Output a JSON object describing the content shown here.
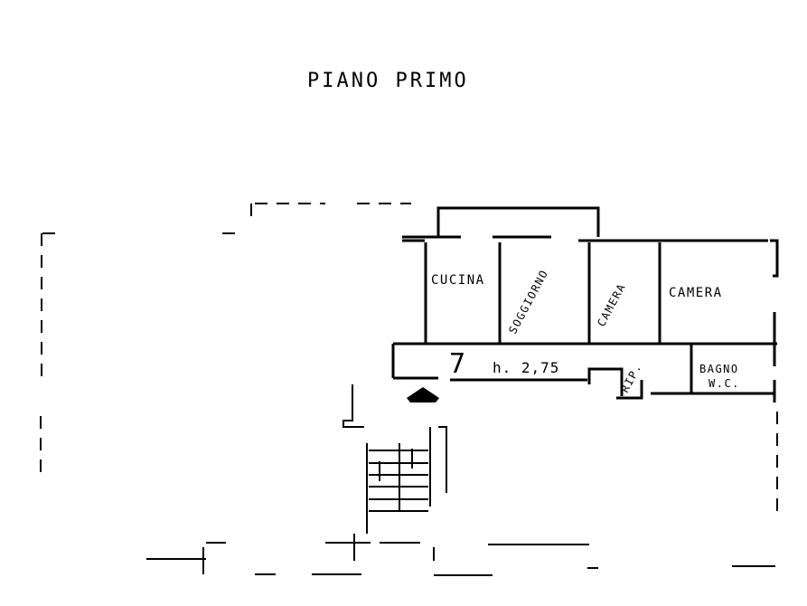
{
  "title": "PIANO PRIMO",
  "rooms": {
    "cucina": "CUCINA",
    "soggiorno": "SOGGIORNO",
    "camera_small": "CAMERA",
    "camera_large": "CAMERA",
    "bagno": "BAGNO",
    "wc": "W.C.",
    "rip": "RIP."
  },
  "height_label": "h. 2,75",
  "stair_number": "7"
}
